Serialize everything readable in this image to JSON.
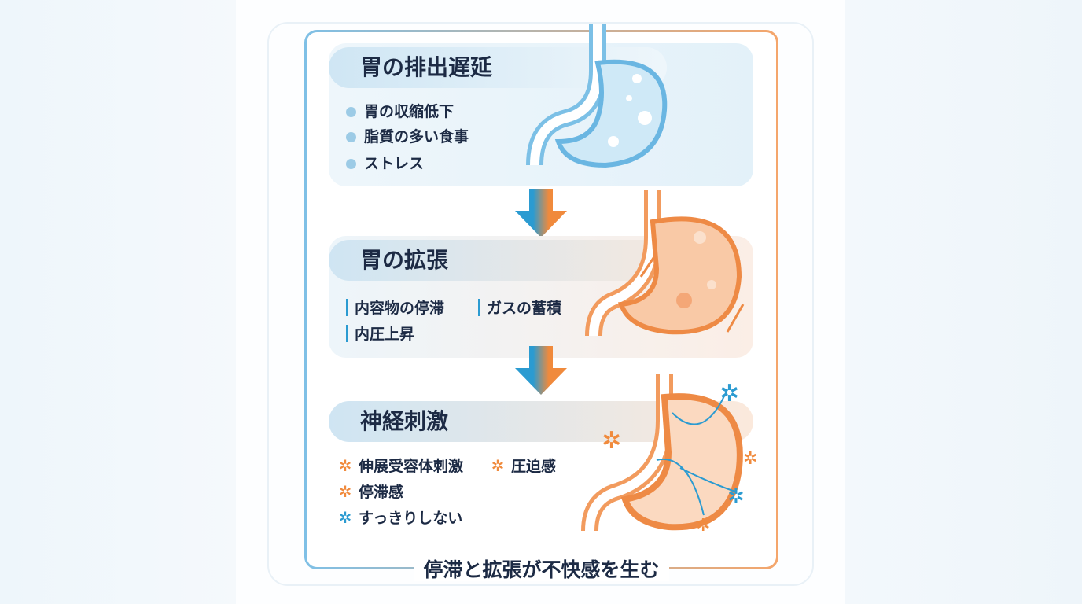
{
  "sections": [
    {
      "title": "胃の排出遅延",
      "items": [
        "胃の収縮低下",
        "脂質の多い食事",
        "ストレス"
      ]
    },
    {
      "title": "胃の拡張",
      "items": [
        "内容物の停滞",
        "ガスの蓄積",
        "内圧上昇"
      ]
    },
    {
      "title": "神経刺激",
      "items": [
        "伸展受容体刺激",
        "圧迫感",
        "停滞感",
        "すっきりしない"
      ]
    }
  ],
  "footer": "停滞と拡張が不快感を生む",
  "colors": {
    "blue": "#2b9bd1",
    "orange": "#f08a3c",
    "navy": "#1c2a44"
  }
}
